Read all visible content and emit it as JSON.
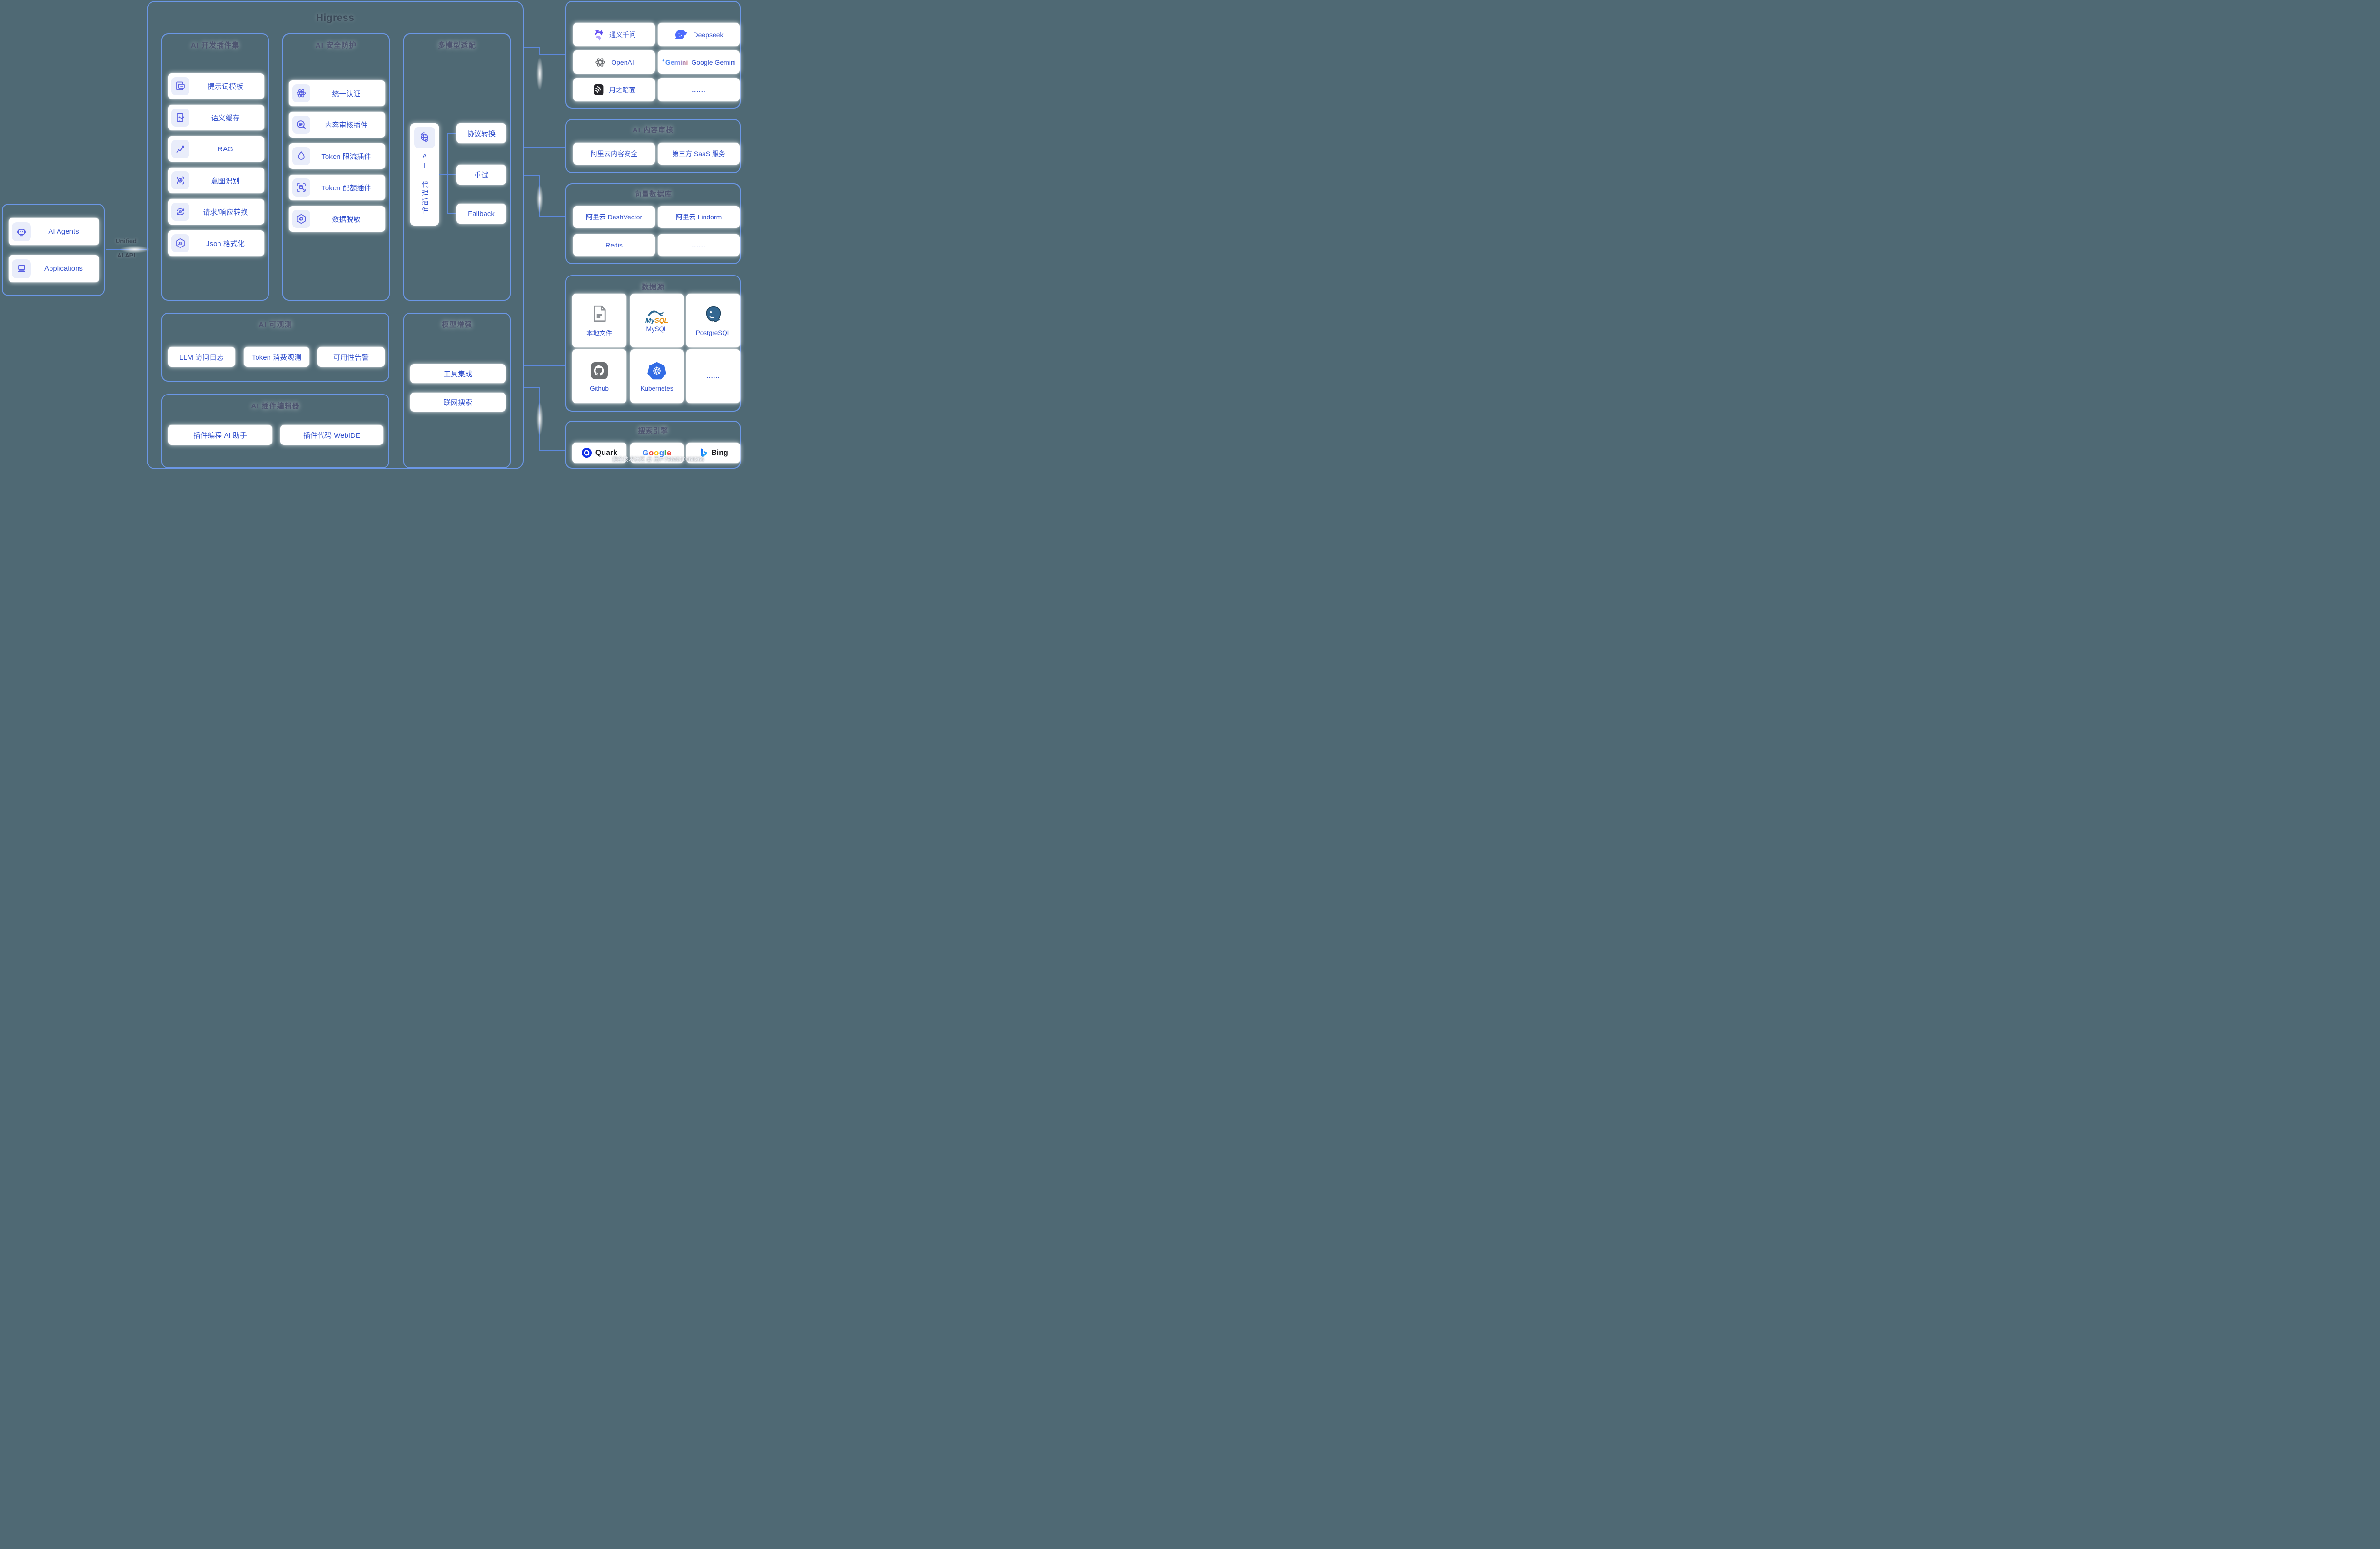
{
  "higress": {
    "title": "Higress",
    "dev_plugins": {
      "title": "AI 开发插件集",
      "items": [
        {
          "label": "提示词模板",
          "icon": "prompt-template-icon"
        },
        {
          "label": "语义缓存",
          "icon": "semantic-cache-icon"
        },
        {
          "label": "RAG",
          "icon": "rag-icon"
        },
        {
          "label": "意图识别",
          "icon": "intent-icon"
        },
        {
          "label": "请求/响应转换",
          "icon": "transform-icon"
        },
        {
          "label": "Json 格式化",
          "icon": "json-icon"
        }
      ]
    },
    "security": {
      "title": "AI 安全防护",
      "items": [
        {
          "label": "统一认证",
          "icon": "auth-icon"
        },
        {
          "label": "内容审核插件",
          "icon": "content-review-icon"
        },
        {
          "label": "Token 限流插件",
          "icon": "rate-limit-icon"
        },
        {
          "label": "Token 配额插件",
          "icon": "quota-icon"
        },
        {
          "label": "数据脱敏",
          "icon": "data-mask-icon"
        }
      ]
    },
    "multi_model": {
      "title": "多模型适配",
      "proxy": {
        "label": "AI 代理插件",
        "icon": "globe-icon"
      },
      "branches": [
        {
          "label": "协议转换"
        },
        {
          "label": "重试"
        },
        {
          "label": "Fallback"
        }
      ]
    },
    "observability": {
      "title": "AI 可观测",
      "items": [
        {
          "label": "LLM 访问日志"
        },
        {
          "label": "Token 消费观测"
        },
        {
          "label": "可用性告警"
        }
      ]
    },
    "plugin_editor": {
      "title": "AI 插件编辑器",
      "items": [
        {
          "label": "插件编程 AI 助手"
        },
        {
          "label": "插件代码 WebIDE"
        }
      ]
    },
    "model_enhance": {
      "title": "模型增强",
      "items": [
        {
          "label": "工具集成"
        },
        {
          "label": "联网搜索"
        }
      ]
    }
  },
  "clients": {
    "items": [
      {
        "label": "AI Agents",
        "icon": "robot-icon"
      },
      {
        "label": "Applications",
        "icon": "laptop-icon"
      }
    ]
  },
  "unified_api": {
    "line1": "Unified",
    "line2": "AI API"
  },
  "providers": {
    "models": {
      "items": [
        {
          "label": "通义千问",
          "icon": "tongyi-logo"
        },
        {
          "label": "Deepseek",
          "icon": "deepseek-logo"
        },
        {
          "label": "OpenAI",
          "icon": "openai-logo"
        },
        {
          "label": "Google Gemini",
          "icon": "gemini-logo",
          "logo_text": "Gemini"
        },
        {
          "label": "月之暗面",
          "icon": "moonshot-logo"
        },
        {
          "label": "......"
        }
      ]
    },
    "content_review": {
      "title": "AI 内容审核",
      "items": [
        {
          "label": "阿里云内容安全"
        },
        {
          "label": "第三方 SaaS 服务"
        }
      ]
    },
    "vector_db": {
      "title": "向量数据库",
      "items": [
        {
          "label": "阿里云 DashVector"
        },
        {
          "label": "阿里云 Lindorm"
        },
        {
          "label": "Redis"
        },
        {
          "label": "......"
        }
      ]
    },
    "data_source": {
      "title": "数据源",
      "items": [
        {
          "label": "本地文件",
          "icon": "file-icon"
        },
        {
          "label": "MySQL",
          "icon": "mysql-logo",
          "logo_my": "My",
          "logo_sql": "SQL"
        },
        {
          "label": "PostgreSQL",
          "icon": "postgresql-logo"
        },
        {
          "label": "Github",
          "icon": "github-logo"
        },
        {
          "label": "Kubernetes",
          "icon": "kubernetes-logo"
        },
        {
          "label": "......"
        }
      ]
    },
    "search_engines": {
      "title": "搜索引擎",
      "items": [
        {
          "label": "Quark",
          "icon": "quark-logo"
        },
        {
          "label": "Google",
          "icon": "google-logo"
        },
        {
          "label": "Bing",
          "icon": "bing-logo"
        }
      ],
      "google_colors": [
        "#4285F4",
        "#EA4335",
        "#FBBC05",
        "#4285F4",
        "#34A853",
        "#EA4335"
      ]
    }
  },
  "colors": {
    "background": "#4f6974",
    "panel_border": "#6b97e6",
    "card_text_blue": "#3452cd",
    "icon_indigo": "#575ee3",
    "connector_blue": "#5d89dc"
  },
  "watermark": "掘金技术社区 @ 用户7966530468266"
}
